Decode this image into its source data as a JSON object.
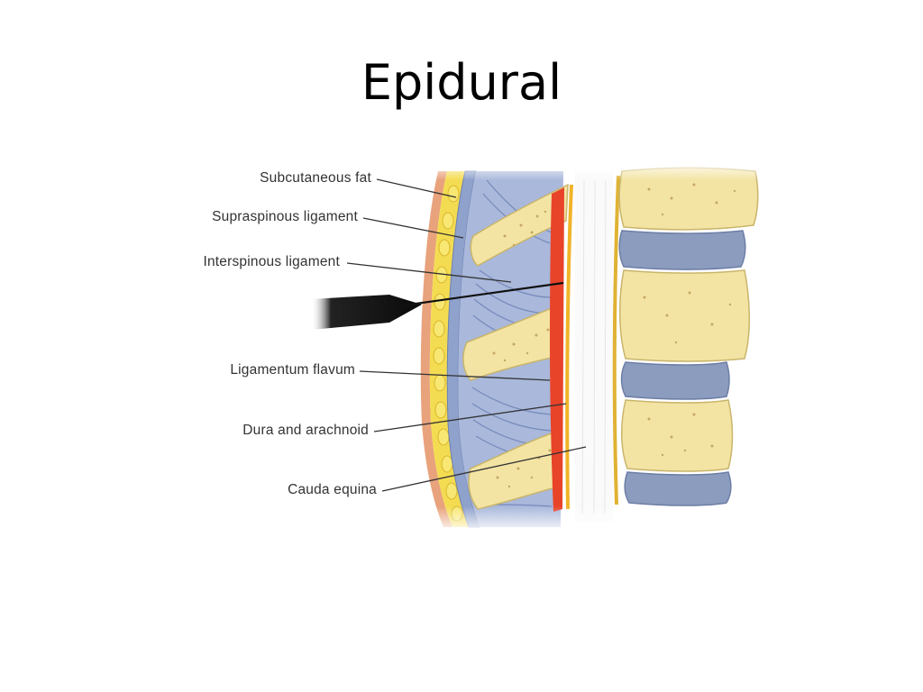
{
  "title": "Epidural",
  "diagram": {
    "labels": [
      "Subcutaneous fat",
      "Supraspinous ligament",
      "Interspinous ligament",
      "Ligamentum flavum",
      "Dura and arachnoid",
      "Cauda equina"
    ],
    "colors": {
      "skin": "#e8a27c",
      "fat": "#f4dc52",
      "ligament": "#9fb0d6",
      "bone": "#f3e4a4",
      "epidural": "#e8442a",
      "dura": "#f0b428",
      "disc": "#8c9cbf",
      "needle": "#111111"
    }
  }
}
